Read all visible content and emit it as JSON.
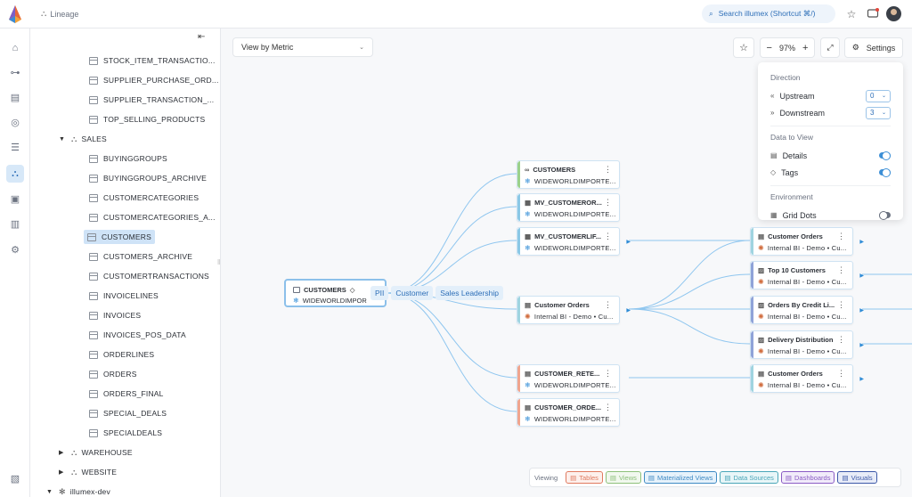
{
  "header": {
    "breadcrumb": "Lineage",
    "search_label": "Search illumex (Shortcut ⌘/)"
  },
  "rail": {
    "items": [
      "home-icon",
      "car-icon",
      "book-icon",
      "compass-icon",
      "database-icon",
      "lineage-icon",
      "report-icon",
      "chart-icon",
      "gear-icon",
      "file-icon"
    ]
  },
  "tree": {
    "rows": [
      {
        "label": "STOCK_ITEM_TRANSACTIO...",
        "kind": "table"
      },
      {
        "label": "SUPPLIER_PURCHASE_ORD...",
        "kind": "table"
      },
      {
        "label": "SUPPLIER_TRANSACTION_...",
        "kind": "table"
      },
      {
        "label": "TOP_SELLING_PRODUCTS",
        "kind": "table"
      },
      {
        "label": "SALES",
        "kind": "schema"
      },
      {
        "label": "BUYINGGROUPS",
        "kind": "table"
      },
      {
        "label": "BUYINGGROUPS_ARCHIVE",
        "kind": "table"
      },
      {
        "label": "CUSTOMERCATEGORIES",
        "kind": "table"
      },
      {
        "label": "CUSTOMERCATEGORIES_A...",
        "kind": "table"
      },
      {
        "label": "CUSTOMERS",
        "kind": "table",
        "selected": true
      },
      {
        "label": "CUSTOMERS_ARCHIVE",
        "kind": "table"
      },
      {
        "label": "CUSTOMERTRANSACTIONS",
        "kind": "table"
      },
      {
        "label": "INVOICELINES",
        "kind": "table"
      },
      {
        "label": "INVOICES",
        "kind": "table"
      },
      {
        "label": "INVOICES_POS_DATA",
        "kind": "table"
      },
      {
        "label": "ORDERLINES",
        "kind": "table"
      },
      {
        "label": "ORDERS",
        "kind": "table"
      },
      {
        "label": "ORDERS_FINAL",
        "kind": "table"
      },
      {
        "label": "SPECIAL_DEALS",
        "kind": "table"
      },
      {
        "label": "SPECIALDEALS",
        "kind": "table"
      },
      {
        "label": "WAREHOUSE",
        "kind": "schema-collapsed"
      },
      {
        "label": "WEBSITE",
        "kind": "schema-collapsed"
      },
      {
        "label": "illumex-dev",
        "kind": "db"
      }
    ]
  },
  "canvas": {
    "view_by": "View by Metric",
    "zoom": "97%",
    "settings_label": "Settings"
  },
  "settings": {
    "direction_head": "Direction",
    "upstream_label": "Upstream",
    "upstream_value": "0",
    "downstream_label": "Downstream",
    "downstream_value": "3",
    "data_head": "Data to View",
    "details_label": "Details",
    "details_on": true,
    "tags_label": "Tags",
    "tags_on": true,
    "env_head": "Environment",
    "grid_label": "Grid Dots",
    "grid_on": false
  },
  "root": {
    "title": "CUSTOMERS",
    "sub": "WIDEWORLDIMPOR",
    "tags": [
      "PII",
      "Customer",
      "Sales Leadership"
    ]
  },
  "nodes": [
    {
      "id": "n1",
      "title": "CUSTOMERS",
      "sub": "WIDEWORLDIMPORTE...",
      "src": "snowflake",
      "bar": "#9bd18a",
      "icon": "view"
    },
    {
      "id": "n2",
      "title": "MV_CUSTOMEROR...",
      "sub": "WIDEWORLDIMPORTE...",
      "src": "snowflake",
      "bar": "#8ac8e6",
      "icon": "mv"
    },
    {
      "id": "n3",
      "title": "MV_CUSTOMERLIF...",
      "sub": "WIDEWORLDIMPORTE...",
      "src": "snowflake",
      "bar": "#8ac8e6",
      "icon": "mv"
    },
    {
      "id": "n4",
      "title": "Customer Orders",
      "sub": "Internal BI - Demo • Cu...",
      "src": "bi",
      "bar": "#9fd4e0",
      "icon": "table"
    },
    {
      "id": "n5",
      "title": "CUSTOMER_RETE...",
      "sub": "WIDEWORLDIMPORTE...",
      "src": "snowflake",
      "bar": "#f0a58e",
      "icon": "table"
    },
    {
      "id": "n6",
      "title": "CUSTOMER_ORDE...",
      "sub": "WIDEWORLDIMPORTE...",
      "src": "snowflake",
      "bar": "#f0a58e",
      "icon": "table"
    },
    {
      "id": "n7",
      "title": "Customer Orders",
      "sub": "Internal BI - Demo • Cu...",
      "src": "bi",
      "bar": "#9fd4e0",
      "icon": "table"
    },
    {
      "id": "n8",
      "title": "Top 10 Customers",
      "sub": "Internal BI - Demo • Cu...",
      "src": "bi",
      "bar": "#8fa3d8",
      "icon": "chart"
    },
    {
      "id": "n9",
      "title": "Orders By Credit Li...",
      "sub": "Internal BI - Demo • Cu...",
      "src": "bi",
      "bar": "#8fa3d8",
      "icon": "chart"
    },
    {
      "id": "n10",
      "title": "Delivery Distribution",
      "sub": "Internal BI - Demo • Cu...",
      "src": "bi",
      "bar": "#8fa3d8",
      "icon": "chart"
    },
    {
      "id": "n11",
      "title": "Customer Orders",
      "sub": "Internal BI - Demo • Cu...",
      "src": "bi",
      "bar": "#9fd4e0",
      "icon": "table"
    }
  ],
  "legend": {
    "prefix": "Viewing",
    "items": [
      {
        "label": "Tables",
        "color": "#e07a5f",
        "bg": "#fdf0ec"
      },
      {
        "label": "Views",
        "color": "#8dc07a",
        "bg": "#f1f8ee"
      },
      {
        "label": "Materialized Views",
        "color": "#3f8ac4",
        "bg": "#e6f2fb"
      },
      {
        "label": "Data Sources",
        "color": "#4aa6b8",
        "bg": "#e8f6f8"
      },
      {
        "label": "Dashboards",
        "color": "#8a5cc4",
        "bg": "#f1ebfa"
      },
      {
        "label": "Visuals",
        "color": "#3c58a8",
        "bg": "#e8ecf8"
      }
    ]
  }
}
